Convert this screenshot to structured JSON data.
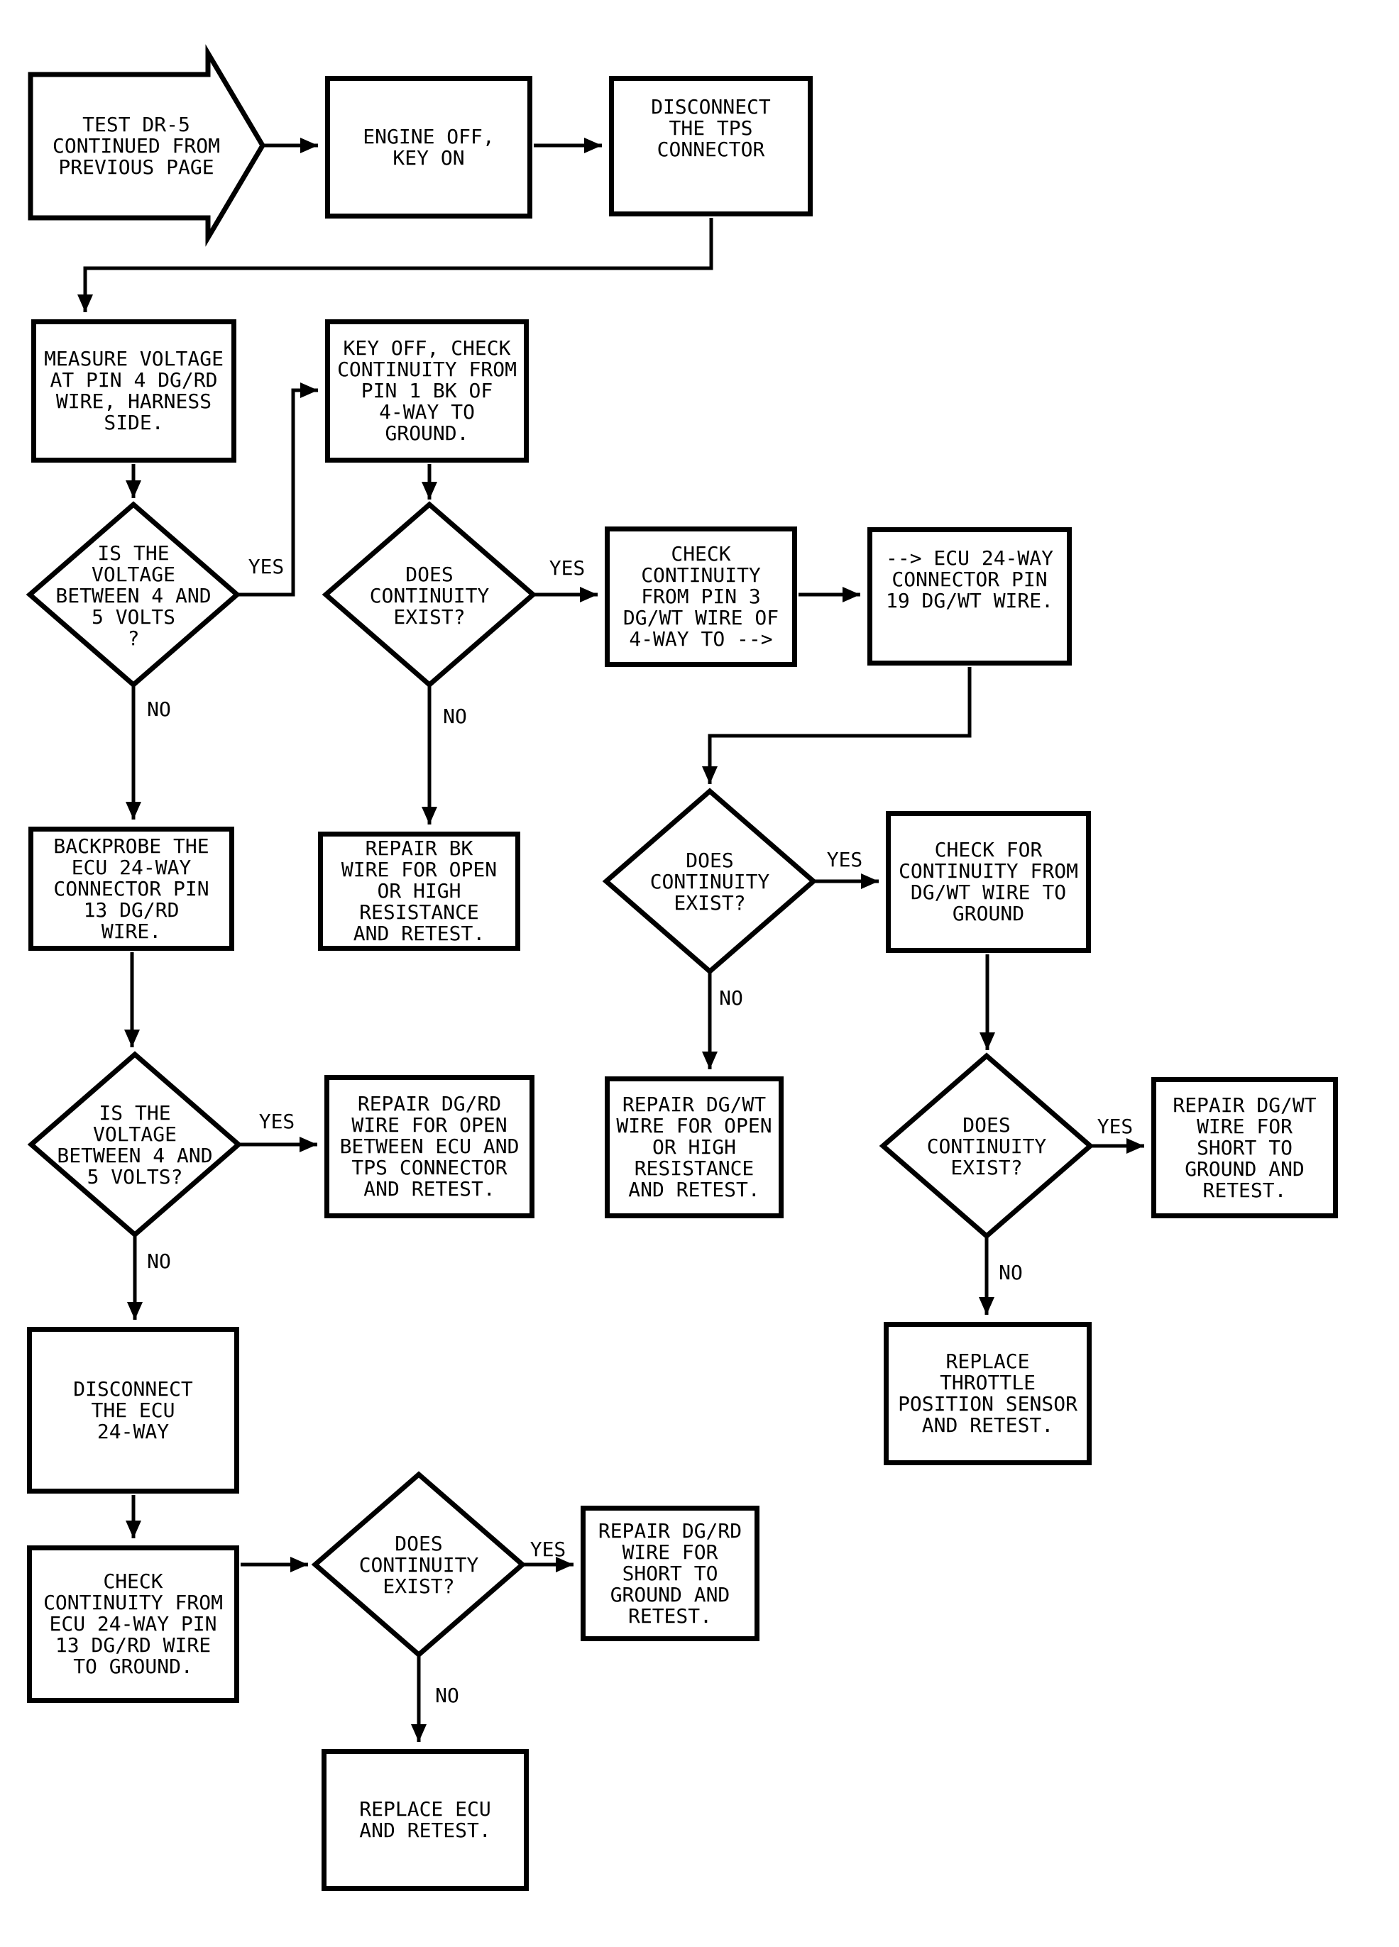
{
  "page": {
    "description": "Automotive diagnostic flowchart, test DR-5 throttle position sensor circuit",
    "background_color": "#ffffff",
    "line_color": "#000000"
  },
  "labels": {
    "yes": "YES",
    "no": "NO"
  },
  "nodes": {
    "start": {
      "text": "TEST DR-5\nCONTINUED FROM\nPREVIOUS PAGE"
    },
    "engine_off": {
      "text": "ENGINE OFF,\nKEY ON"
    },
    "disconnect_tps": {
      "text": "DISCONNECT\nTHE TPS\nCONNECTOR"
    },
    "measure_voltage": {
      "text": "MEASURE VOLTAGE\nAT PIN 4 DG/RD\nWIRE, HARNESS\nSIDE."
    },
    "key_off_continuity": {
      "text": "KEY OFF, CHECK\nCONTINUITY FROM\nPIN 1 BK OF\n4-WAY TO\nGROUND."
    },
    "voltage_check_1": {
      "text": "IS THE\nVOLTAGE\nBETWEEN 4 AND\n5 VOLTS\n?"
    },
    "continuity_check_1": {
      "text": "DOES\nCONTINUITY\nEXIST?"
    },
    "check_pin3": {
      "text": "CHECK\nCONTINUITY\nFROM PIN 3\nDG/WT WIRE OF\n4-WAY TO -->"
    },
    "ecu_24way_pin19": {
      "text": "--> ECU 24-WAY\nCONNECTOR PIN\n19 DG/WT WIRE."
    },
    "backprobe_ecu": {
      "text": "BACKPROBE THE\nECU 24-WAY\nCONNECTOR PIN\n13 DG/RD\nWIRE."
    },
    "repair_bk": {
      "text": "REPAIR BK\nWIRE FOR OPEN\nOR HIGH\nRESISTANCE\nAND RETEST."
    },
    "continuity_check_2": {
      "text": "DOES\nCONTINUITY\nEXIST?"
    },
    "check_dgwt_ground": {
      "text": "CHECK FOR\nCONTINUITY FROM\nDG/WT WIRE TO\nGROUND"
    },
    "voltage_check_2": {
      "text": "IS THE\nVOLTAGE\nBETWEEN 4 AND\n5 VOLTS?"
    },
    "repair_dgrd_open": {
      "text": "REPAIR DG/RD\nWIRE FOR OPEN\nBETWEEN ECU AND\nTPS CONNECTOR\nAND RETEST."
    },
    "repair_dgwt_open": {
      "text": "REPAIR DG/WT\nWIRE FOR OPEN\nOR HIGH\nRESISTANCE\nAND RETEST."
    },
    "continuity_check_3": {
      "text": "DOES\nCONTINUITY\nEXIST?"
    },
    "repair_dgwt_short": {
      "text": "REPAIR DG/WT\nWIRE FOR\nSHORT TO\nGROUND AND\nRETEST."
    },
    "replace_tps": {
      "text": "REPLACE\nTHROTTLE\nPOSITION SENSOR\nAND RETEST."
    },
    "disconnect_ecu": {
      "text": "DISCONNECT\nTHE ECU\n24-WAY"
    },
    "check_ecu_pin13": {
      "text": "CHECK\nCONTINUITY FROM\nECU 24-WAY PIN\n13 DG/RD WIRE\nTO GROUND."
    },
    "continuity_check_4": {
      "text": "DOES\nCONTINUITY\nEXIST?"
    },
    "repair_dgrd_short": {
      "text": "REPAIR DG/RD\nWIRE FOR\nSHORT TO\nGROUND AND\nRETEST."
    },
    "replace_ecu": {
      "text": "REPLACE ECU\nAND RETEST."
    }
  }
}
